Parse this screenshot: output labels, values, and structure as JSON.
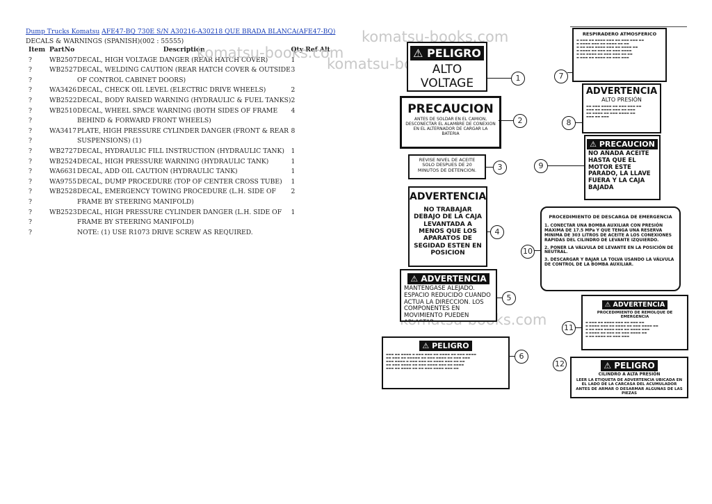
{
  "header": {
    "breadcrumb_link_1": "Dump Trucks Komatsu",
    "breadcrumb_link_2": "AFE47-BQ 730E S/N A30216-A30218 QUE BRADA BLANCA(AFE47-BQ)",
    "section_title": "DECALS & WARNINGS (SPANISH)(002 : 55555)"
  },
  "table": {
    "columns": [
      "Item",
      "PartNo",
      "Description",
      "Qty",
      "Ref",
      "Alt"
    ],
    "rows": [
      {
        "item": "?",
        "part": "WB2507",
        "desc": "DECAL, HIGH VOLTAGE DANGER (REAR HATCH COVER)",
        "qty": "1"
      },
      {
        "item": "?",
        "part": "WB2527",
        "desc": "DECAL, WELDING CAUTION (REAR HATCH COVER & OUTSIDE",
        "qty": "3"
      },
      {
        "item": "?",
        "part": "",
        "desc": "OF CONTROL CABINET DOORS)",
        "qty": ""
      },
      {
        "item": "?",
        "part": "WA3426",
        "desc": "DECAL, CHECK OIL LEVEL (ELECTRIC DRIVE WHEELS)",
        "qty": "2"
      },
      {
        "item": "?",
        "part": "WB2522",
        "desc": "DECAL, BODY RAISED WARNING (HYDRAULIC & FUEL TANKS)",
        "qty": "2"
      },
      {
        "item": "?",
        "part": "WB2510",
        "desc": "DECAL, WHEEL SPACE WARNING (BOTH SIDES OF FRAME",
        "qty": "4"
      },
      {
        "item": "?",
        "part": "",
        "desc": "BEHIND & FORWARD FRONT WHEELS)",
        "qty": ""
      },
      {
        "item": "?",
        "part": "WA3417",
        "desc": "PLATE, HIGH PRESSURE CYLINDER DANGER (FRONT & REAR",
        "qty": "8"
      },
      {
        "item": "?",
        "part": "",
        "desc": "SUSPENSIONS) (1)",
        "qty": ""
      },
      {
        "item": "?",
        "part": "WB2727",
        "desc": "DECAL, HYDRAULIC FILL INSTRUCTION (HYDRAULIC TANK)",
        "qty": "1"
      },
      {
        "item": "?",
        "part": "WB2524",
        "desc": "DECAL, HIGH PRESSURE WARNING (HYDRAULIC TANK)",
        "qty": "1"
      },
      {
        "item": "?",
        "part": "WA6631",
        "desc": "DECAL, ADD OIL CAUTION (HYDRAULIC TANK)",
        "qty": "1"
      },
      {
        "item": "?",
        "part": "WA9755",
        "desc": "DECAL, DUMP PROCEDURE (TOP OF CENTER CROSS TUBE)",
        "qty": "1"
      },
      {
        "item": "?",
        "part": "WB2528",
        "desc": "DECAL, EMERGENCY TOWING PROCEDURE (L.H. SIDE OF",
        "qty": "2"
      },
      {
        "item": "?",
        "part": "",
        "desc": "FRAME BY STEERING MANIFOLD)",
        "qty": ""
      },
      {
        "item": "?",
        "part": "WB2523",
        "desc": "DECAL, HIGH PRESSURE CYLINDER DANGER (L.H. SIDE OF",
        "qty": "1"
      },
      {
        "item": "?",
        "part": "",
        "desc": "FRAME BY STEERING MANIFOLD)",
        "qty": ""
      },
      {
        "item": "?",
        "part": "",
        "desc": "NOTE: (1) USE R1073 DRIVE SCREW AS REQUIRED.",
        "qty": ""
      }
    ]
  },
  "watermark": "komatsu-books.com",
  "decals": {
    "d1": {
      "banner": "PELIGRO",
      "body": "ALTO VOLTAGE"
    },
    "d2": {
      "title": "PRECAUCION",
      "body": "ANTES DE SOLDAR EN EL CAMION, DESCONECTAR EL ALAMBRE DE CONEXION EN EL ALTERNADOR DE CARGAR LA BATERIA"
    },
    "d3": {
      "body": "REVISE NIVEL DE ACEITE SOLO DESPUES DE 20 MINUTOS DE DETENCION."
    },
    "d4": {
      "title": "ADVERTENCIA",
      "body": "NO TRABAJAR DEBAJO DE LA CAJA LEVANTADA A MENOS QUE LOS APARATOS DE SEGIDAD ESTEN EN POSICION"
    },
    "d5": {
      "banner": "ADVERTENCIA",
      "body": "MANTENGASE ALEJADO. ESPACIO REDUCIDO CUANDO ACTUA LA DIRECCION. LOS COMPONENTES EN MOVIMIENTO PUEDEN APLASTAR."
    },
    "d6": {
      "banner": "PELIGRO"
    },
    "d7": {
      "title": "RESPIRADERO ATMOSFERICO"
    },
    "d8": {
      "title": "ADVERTENCIA",
      "subtitle": "ALTO PRESIÓN"
    },
    "d9": {
      "banner": "PRECAUCION",
      "body": "NO AÑADA ACEITE HASTA QUE EL MOTOR ESTE PARADO, LA LLAVE FUERA Y LA CAJA BAJADA"
    },
    "d10": {
      "title": "PROCEDIMIENTO DE DESCARGA DE EMERGENCIA",
      "lines": [
        "1. CONECTAR UNA BOMBA AUXILIAR CON PRESIÓN MAXIMA DE 17.5 MPa Y QUE TENGA UNA RESERVA MINIMA DE 303 LITROS DE ACEITE A LOS CONEXIONES RAPIDAS DEL CILINDRO DE LEVANTE IZQUIERDO.",
        "2. PONER LA VÁLVULA DE LEVANTE EN LA POSICIÓN DE NEUTRAL.",
        "3. DESCARGAR Y BAJAR LA TOLVA USANDO LA VÁLVULA DE CONTROL DE LA BOMBA AUXILIAR."
      ]
    },
    "d11": {
      "banner": "ADVERTENCIA",
      "title": "PROCEDIMIENTO DE REMOLQUE DE EMERGENCIA"
    },
    "d12": {
      "banner": "PELIGRO",
      "subtitle": "CILINDRO A ALTA PRESIÓN",
      "body": "LEER LA ETIQUETA DE ADVERTENCIA UBICADA EN EL LADO DE LA CARCASA DEL ACUMULADOR ANTES DE ARMAR O DESARMAR ALGUNAS DE LAS PIEZAS"
    }
  },
  "callouts": [
    "1",
    "2",
    "3",
    "4",
    "5",
    "6",
    "7",
    "8",
    "9",
    "10",
    "11",
    "12"
  ]
}
